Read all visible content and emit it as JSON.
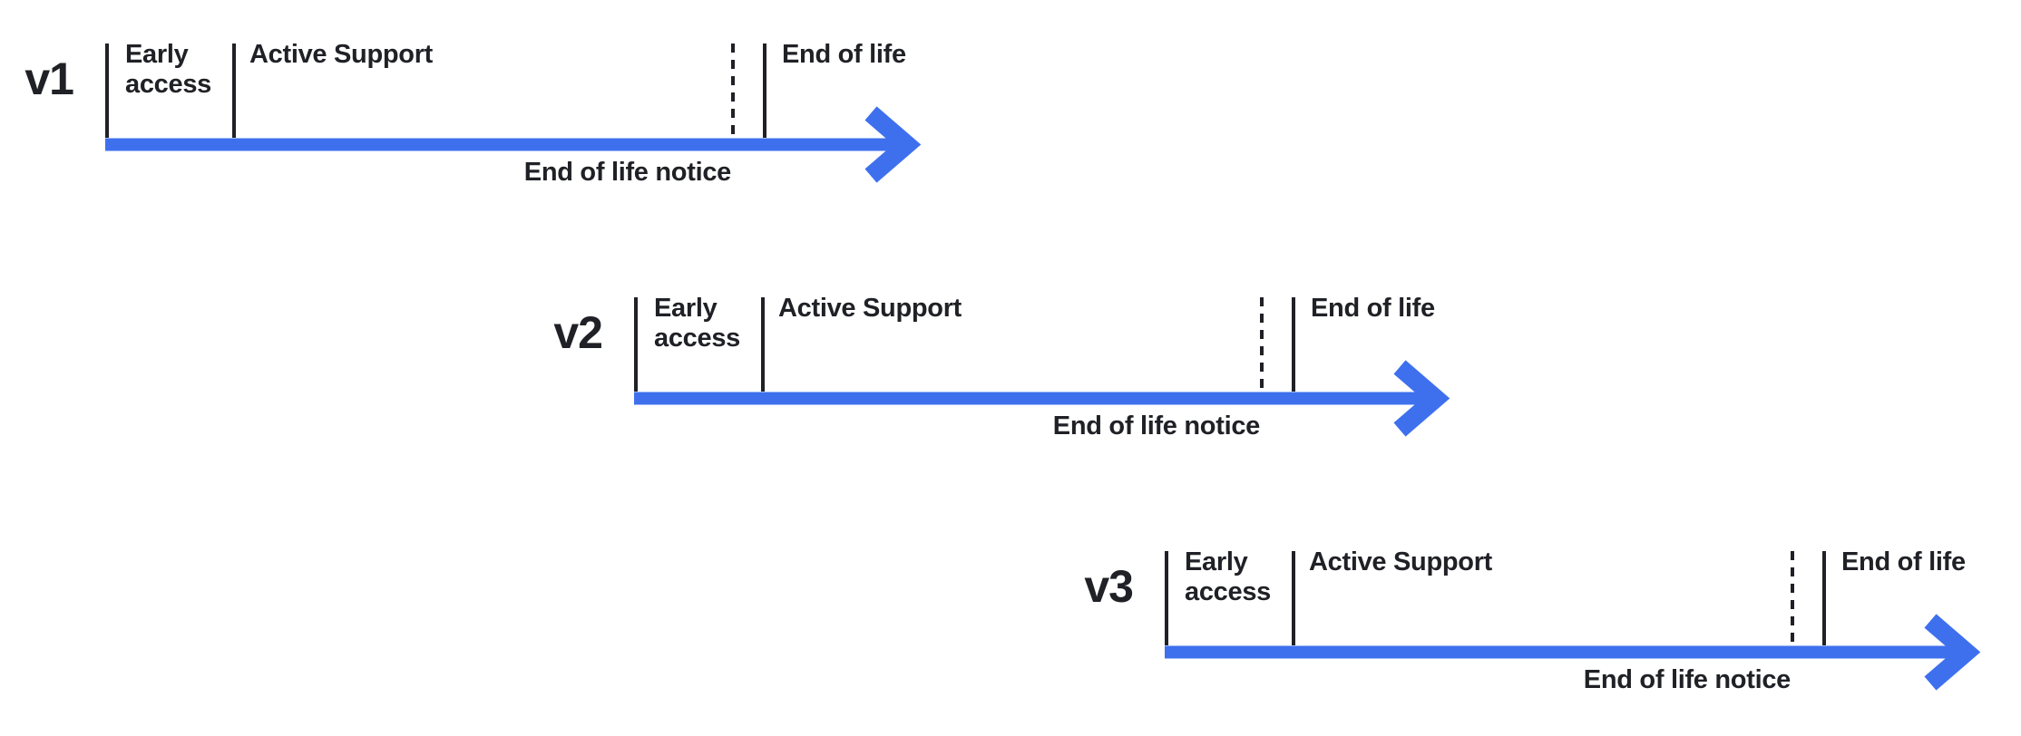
{
  "colors": {
    "arrow_blue": "#3E70EE",
    "ink": "#202126",
    "background": "#FFFFFF"
  },
  "timelines": [
    {
      "version": "v1",
      "labels": {
        "early_access": "Early access",
        "active_support": "Active Support",
        "end_of_life": "End of life",
        "end_of_life_notice": "End of life notice"
      }
    },
    {
      "version": "v2",
      "labels": {
        "early_access": "Early access",
        "active_support": "Active Support",
        "end_of_life": "End of life",
        "end_of_life_notice": "End of life notice"
      }
    },
    {
      "version": "v3",
      "labels": {
        "early_access": "Early access",
        "active_support": "Active Support",
        "end_of_life": "End of life",
        "end_of_life_notice": "End of life notice"
      }
    }
  ]
}
